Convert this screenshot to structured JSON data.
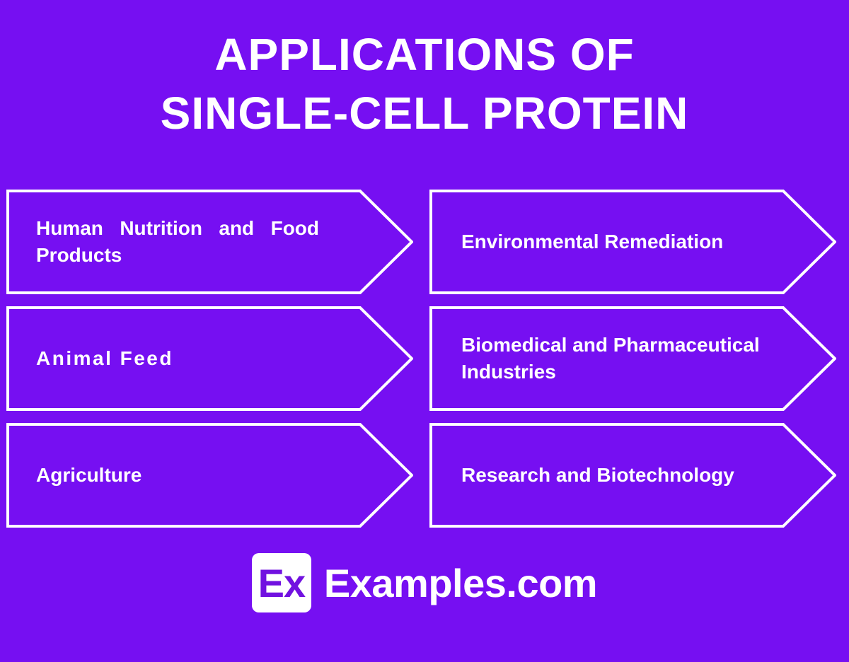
{
  "title": {
    "line1": "APPLICATIONS OF",
    "line2": "SINGLE-CELL PROTEIN"
  },
  "columns": {
    "left": {
      "items": [
        {
          "label": "Human Nutrition and Food Products"
        },
        {
          "label": "Animal Feed"
        },
        {
          "label": "Agriculture"
        }
      ]
    },
    "right": {
      "items": [
        {
          "label": "Environmental Remediation"
        },
        {
          "label": "Biomedical and Pharmaceutical Industries"
        },
        {
          "label": "Research and Biotechnology"
        }
      ]
    }
  },
  "footer": {
    "logo_text": "Ex",
    "brand": "Examples.com"
  },
  "colors": {
    "background": "#760FF2",
    "box_outline": "#FFFFFF",
    "text": "#FFFFFF",
    "logo_background": "#FFFFFF",
    "logo_text_color": "#7111E0"
  }
}
